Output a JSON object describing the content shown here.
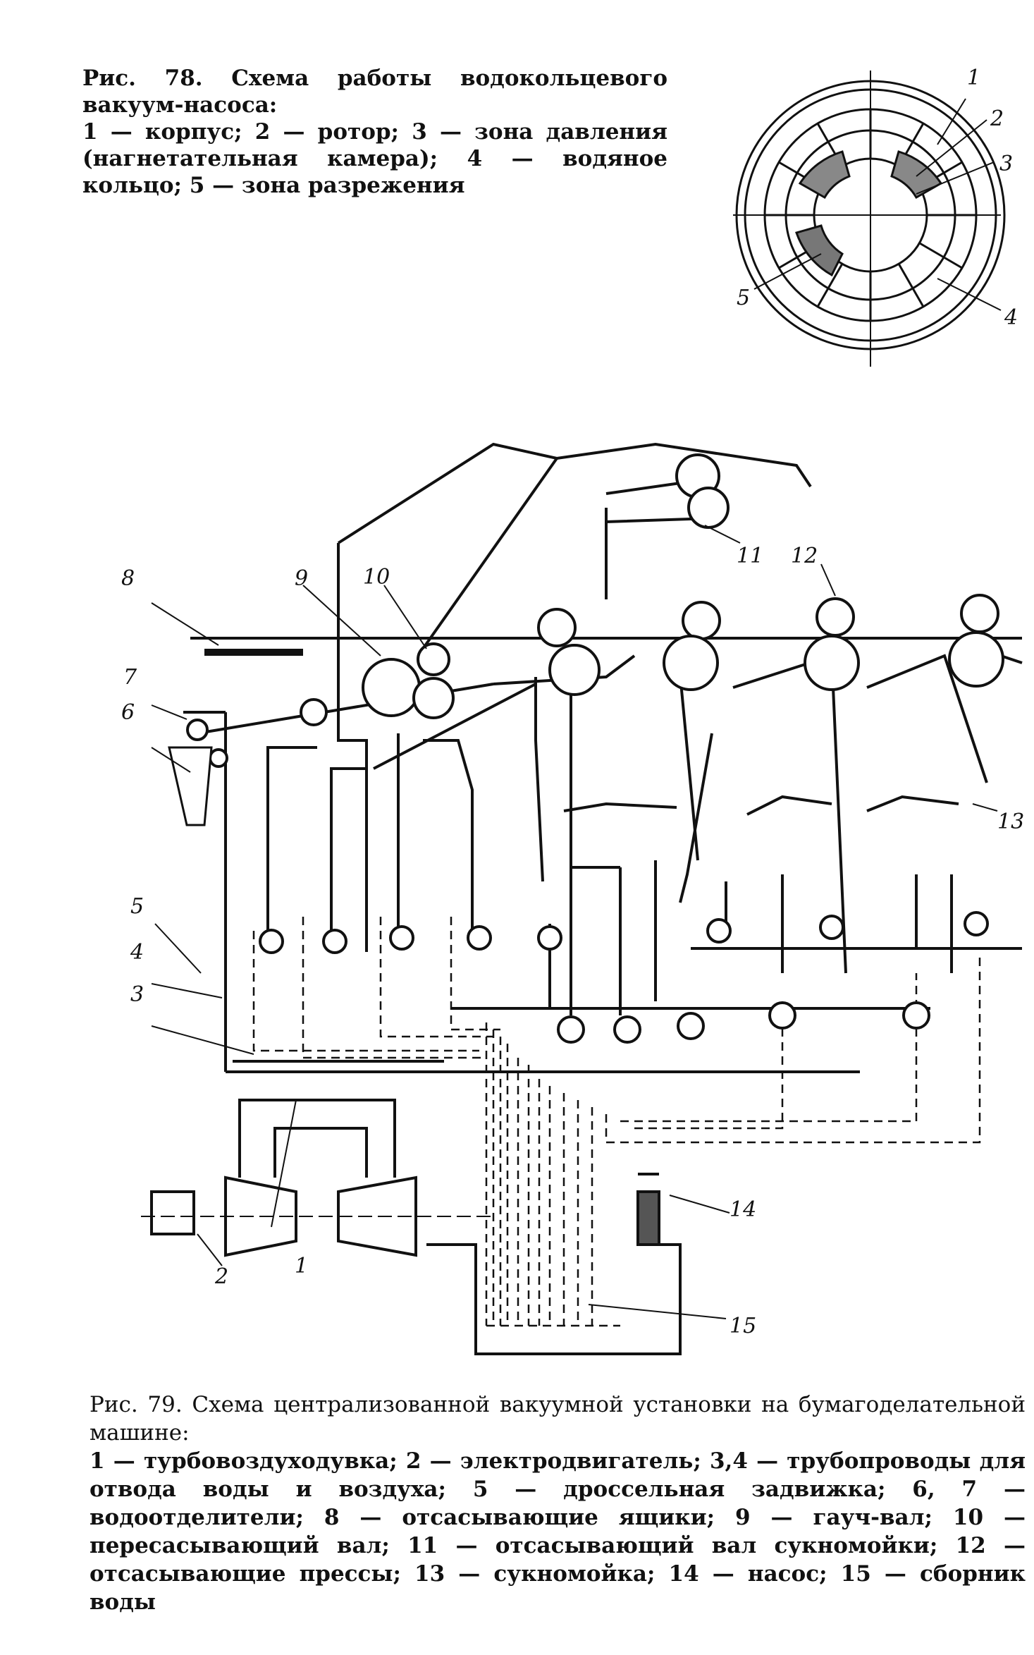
{
  "figure78": {
    "title": "Рис. 78. Схема работы водокольцевого вакуум-насоса:",
    "legend": "1 — корпус; 2 — ротор; 3 — зона давления (нагнетательная камера); 4 — водяное кольцо; 5 — зона разрежения",
    "labels": [
      "1",
      "2",
      "3",
      "4",
      "5"
    ]
  },
  "figure79": {
    "title": "Рис. 79. Схема централизованной вакуумной установки на бумагоделательной машине:",
    "legend": "1 — турбовоздуходувка; 2 — электродвигатель; 3,4 — трубопроводы для отвода воды и воздуха; 5 — дроссельная задвижка; 6, 7 — водоотделители; 8 — отсасывающие ящики; 9 — гауч-вал; 10 — пересасывающий вал; 11 — отсасывающий вал сукномойки; 12 — отсасывающие прессы; 13 — сукномойка; 14 — насос; 15 — сборник воды",
    "labels": [
      "1",
      "2",
      "3",
      "4",
      "5",
      "6",
      "7",
      "8",
      "9",
      "10",
      "11",
      "12",
      "13",
      "14",
      "15"
    ]
  }
}
